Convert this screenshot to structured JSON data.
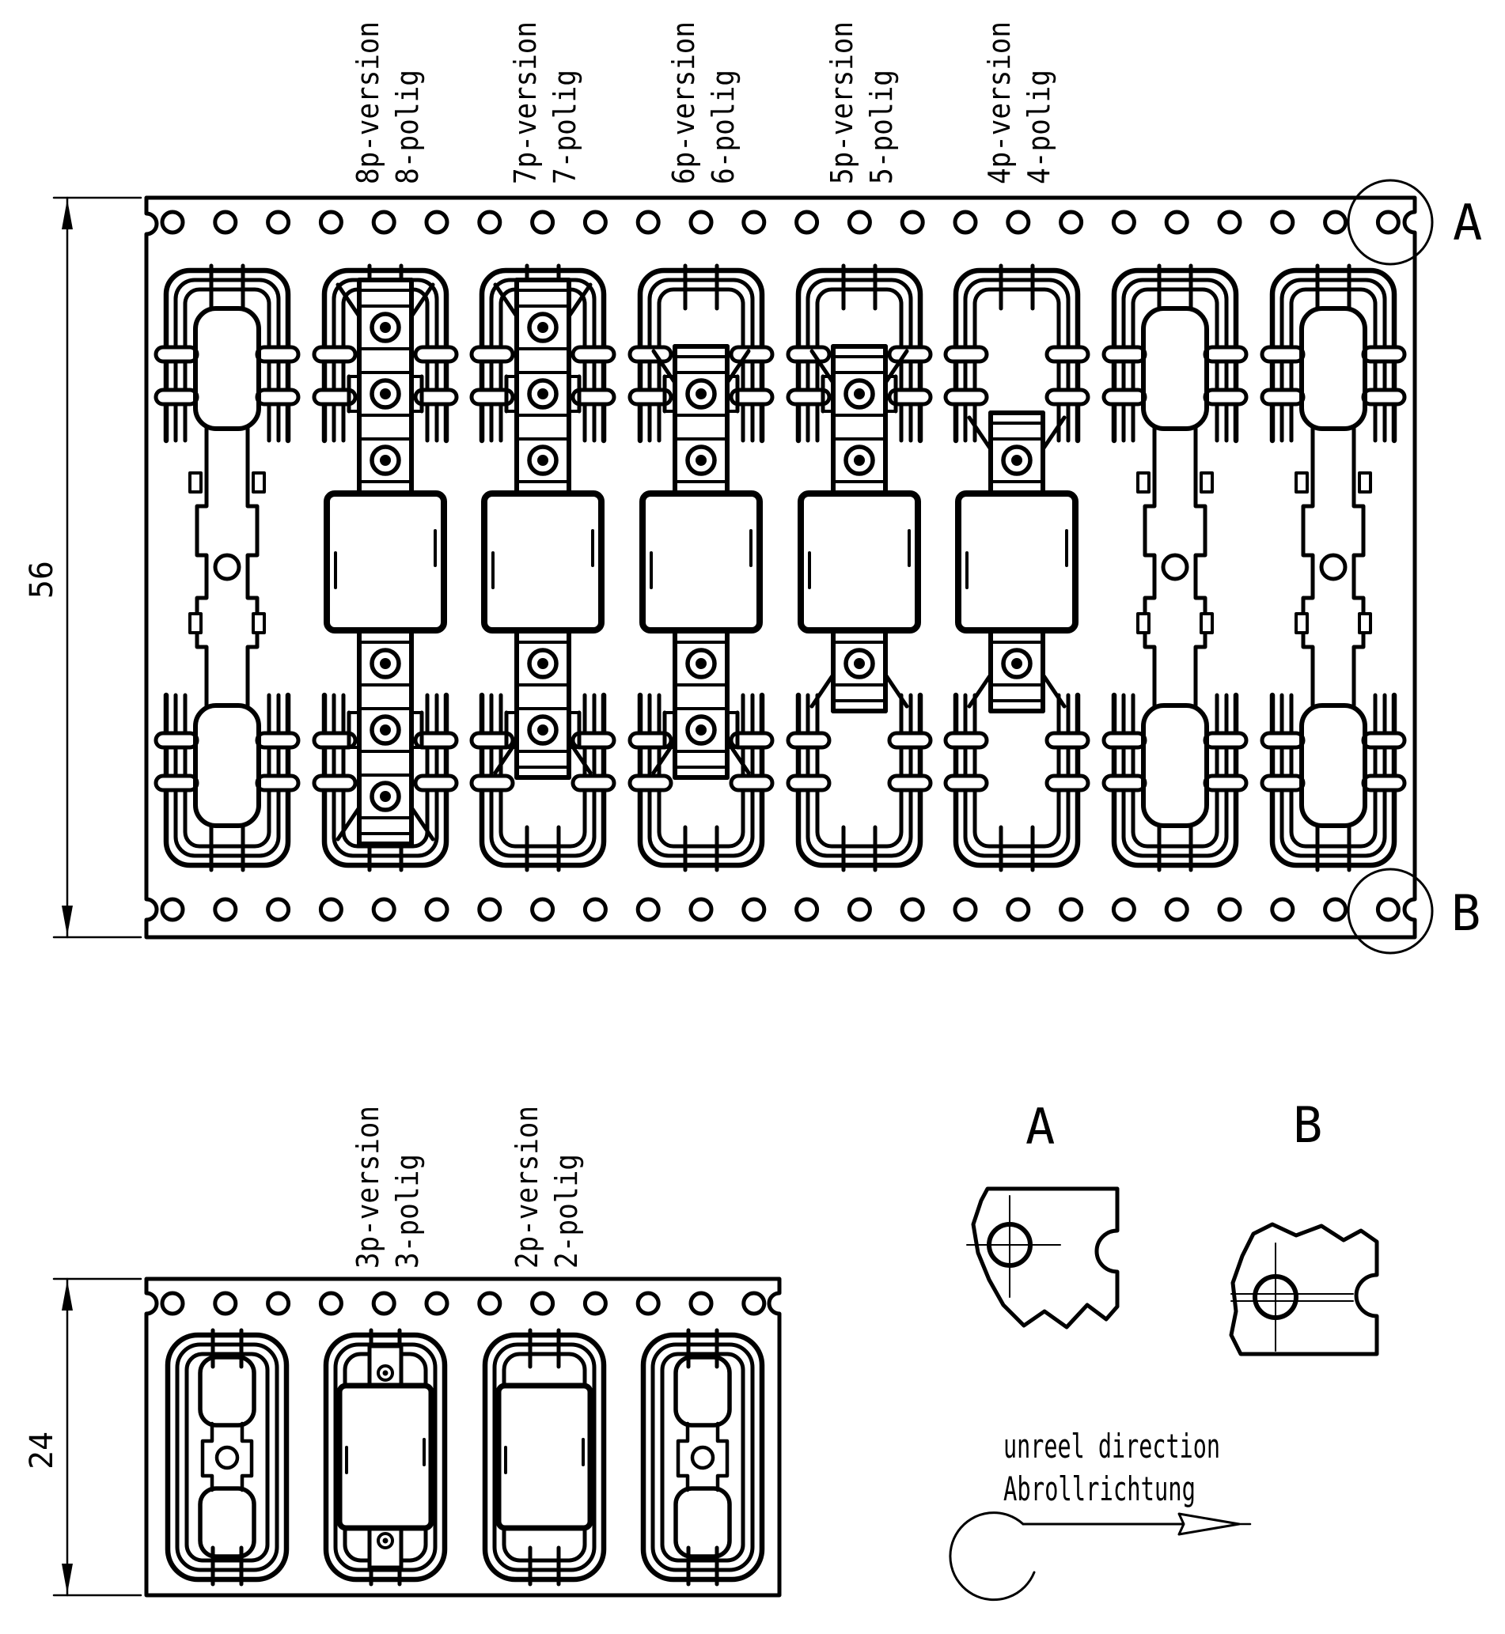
{
  "colors": {
    "ink": "#000000",
    "paper": "#ffffff"
  },
  "top_tape": {
    "dimension_label": "56",
    "corner_callouts": {
      "top": "A",
      "bottom": "B"
    },
    "version_labels": [
      {
        "version": "8p-version",
        "poles": "8-polig"
      },
      {
        "version": "7p-version",
        "poles": "7-polig"
      },
      {
        "version": "6p-version",
        "poles": "6-polig"
      },
      {
        "version": "5p-version",
        "poles": "5-polig"
      },
      {
        "version": "4p-version",
        "poles": "4-polig"
      }
    ],
    "pockets": [
      "empty",
      "8p",
      "7p",
      "6p",
      "5p",
      "4p",
      "empty",
      "empty"
    ]
  },
  "bottom_tape": {
    "dimension_label": "24",
    "version_labels": [
      {
        "version": "3p-version",
        "poles": "3-polig"
      },
      {
        "version": "2p-version",
        "poles": "2-polig"
      }
    ],
    "pockets": [
      "empty",
      "3p",
      "2p",
      "empty"
    ]
  },
  "detail_views": {
    "a": "A",
    "b": "B"
  },
  "unreel": {
    "line1": "unreel direction",
    "line2": "Abrollrichtung"
  }
}
